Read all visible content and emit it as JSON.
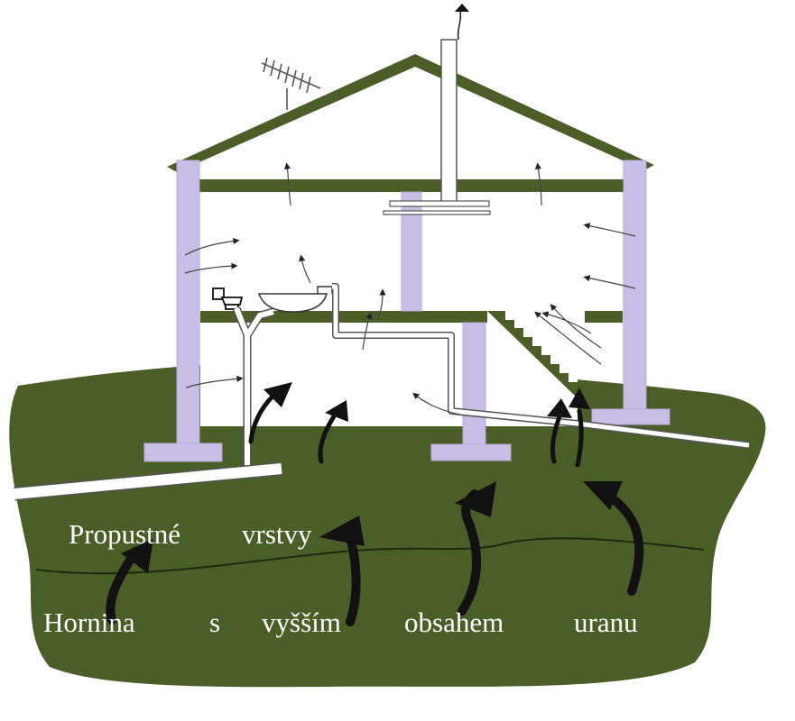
{
  "labels": {
    "layer_word_1": "Propustné",
    "layer_word_2": "vrstvy",
    "rock_word_1": "Hornina",
    "rock_word_2": "s",
    "rock_word_3": "vyšším",
    "rock_word_4": "obsahem",
    "rock_word_5": "uranu"
  },
  "colors": {
    "ground": "#4a5e27",
    "roof": "#4b5e28",
    "wall": "#c9bfe6",
    "wall_edge": "#b3a8d8",
    "arrow": "#111111",
    "pipe": "#ffffff"
  }
}
